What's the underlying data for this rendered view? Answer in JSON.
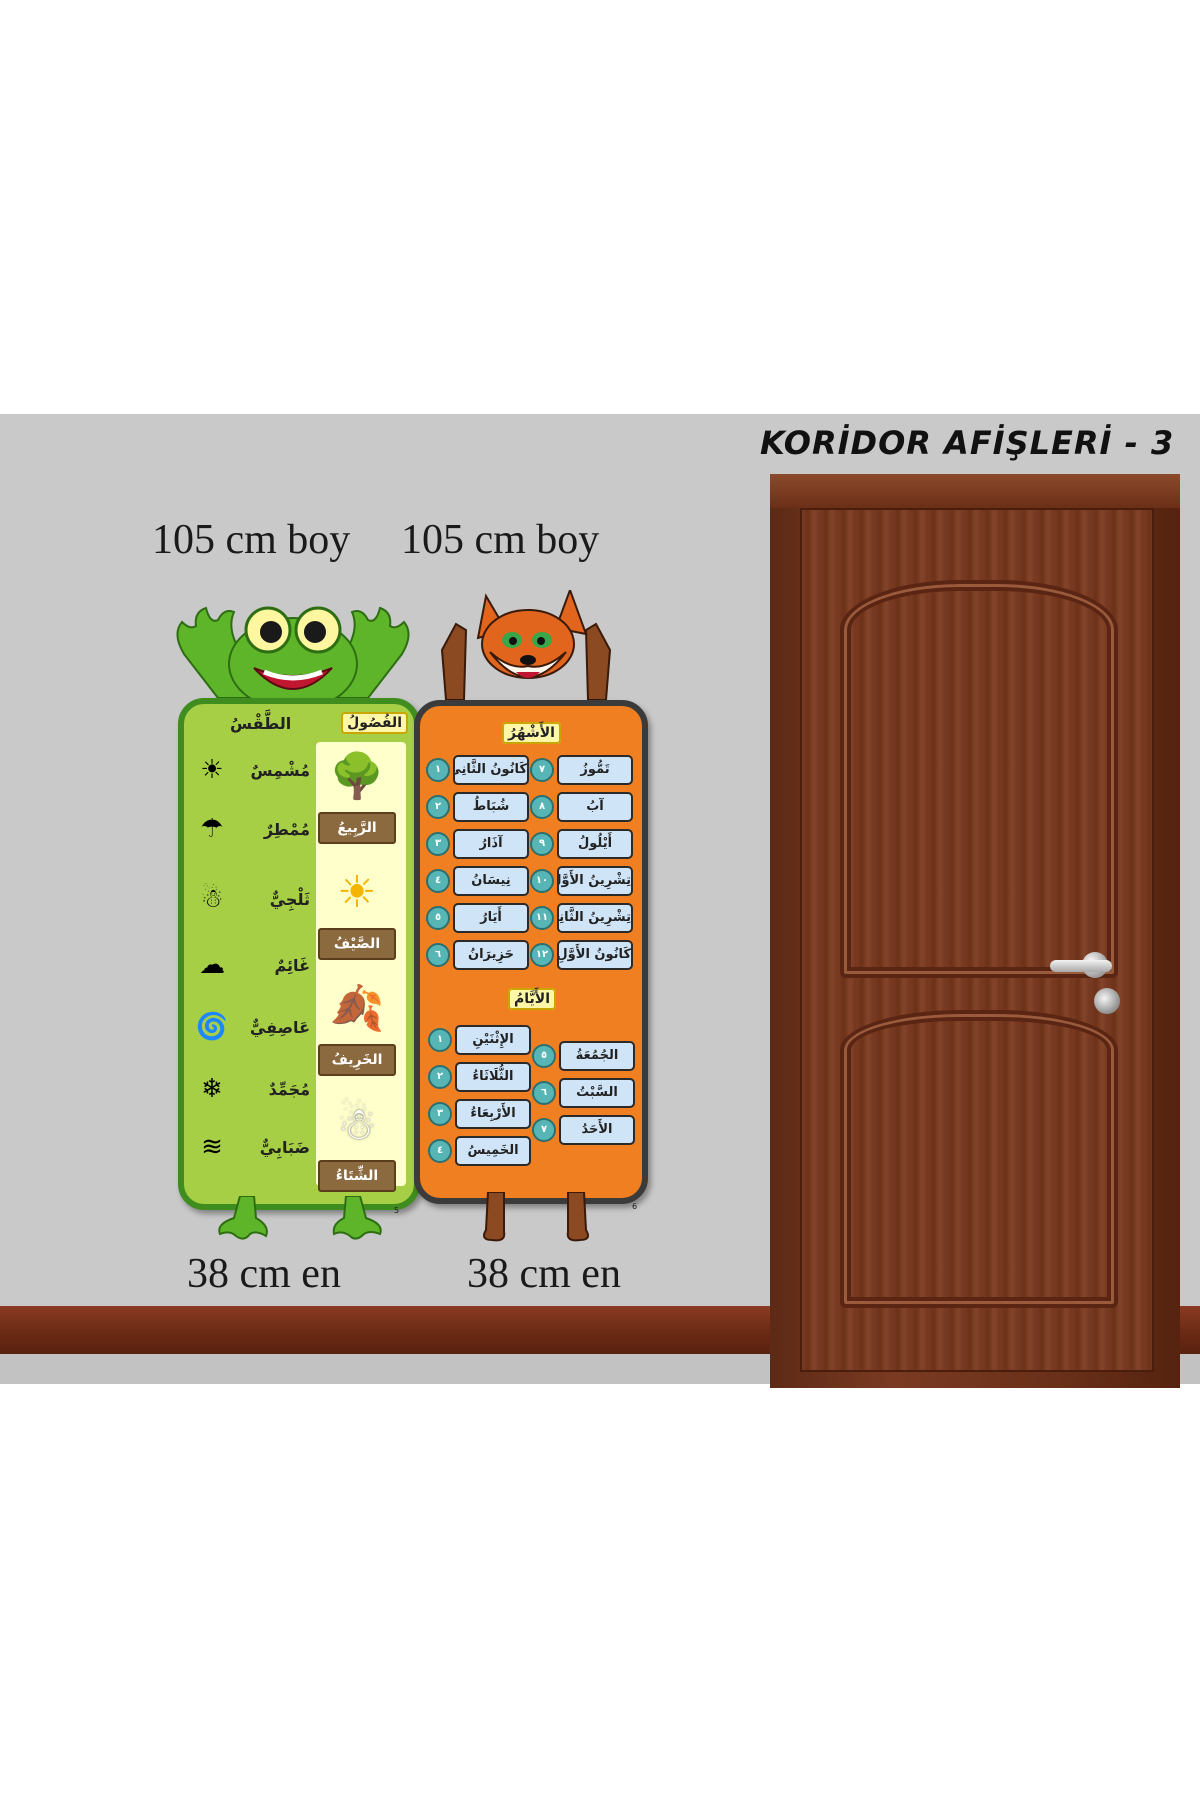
{
  "heading": "KORİDOR AFİŞLERİ  - 3",
  "frog_poster": {
    "height_label": "105 cm boy",
    "width_label": "38 cm en",
    "weather_header": "الطَّقْسُ",
    "seasons_header": "الفُصُولُ",
    "weather": [
      {
        "word": "مُشْمِسٌ",
        "icon": "sun-icon"
      },
      {
        "word": "مُمْطِرٌ",
        "icon": "rain-umbrella-icon"
      },
      {
        "word": "ثَلْجِيٌّ",
        "icon": "snowman-icon"
      },
      {
        "word": "غَائِمٌ",
        "icon": "cloud-icon"
      },
      {
        "word": "عَاصِفِيٌّ",
        "icon": "storm-icon"
      },
      {
        "word": "مُجَمِّدٌ",
        "icon": "snowflake-icon"
      },
      {
        "word": "ضَبَابِيٌّ",
        "icon": "fog-icon"
      }
    ],
    "seasons": [
      {
        "label": "الرَّبِيعُ",
        "icon": "green-tree-icon"
      },
      {
        "label": "الصَّيْفُ",
        "icon": "sun-face-icon"
      },
      {
        "label": "الخَرِيفُ",
        "icon": "autumn-tree-icon"
      },
      {
        "label": "الشِّتَاءُ",
        "icon": "snowman-icon"
      }
    ],
    "page_number": "5"
  },
  "fox_poster": {
    "height_label": "105 cm boy",
    "width_label": "38 cm en",
    "months_header": "الأَشْهُرُ",
    "days_header": "الأَيَّامُ",
    "months_left": [
      {
        "num": "١",
        "name": "كَانُونُ الثَّانِي"
      },
      {
        "num": "٢",
        "name": "شُبَاطُ"
      },
      {
        "num": "٣",
        "name": "آذَارُ"
      },
      {
        "num": "٤",
        "name": "نِيسَانُ"
      },
      {
        "num": "٥",
        "name": "أَيَارُ"
      },
      {
        "num": "٦",
        "name": "حَزِيرَانُ"
      }
    ],
    "months_right": [
      {
        "num": "٧",
        "name": "تَمُّوزُ"
      },
      {
        "num": "٨",
        "name": "آبُ"
      },
      {
        "num": "٩",
        "name": "أَيْلُولُ"
      },
      {
        "num": "١٠",
        "name": "تِشْرِينُ الأَوَّلِ"
      },
      {
        "num": "١١",
        "name": "تِشْرِينُ الثَّانِي"
      },
      {
        "num": "١٢",
        "name": "كَانُونُ الأَوَّلِ"
      }
    ],
    "days_left": [
      {
        "num": "١",
        "name": "الإِثْنَيْنِ"
      },
      {
        "num": "٢",
        "name": "الثُّلَاثَاءُ"
      },
      {
        "num": "٣",
        "name": "الأَرْبِعَاءُ"
      },
      {
        "num": "٤",
        "name": "الخَمِيسُ"
      }
    ],
    "days_right": [
      {
        "num": "٥",
        "name": "الجُمُعَةُ"
      },
      {
        "num": "٦",
        "name": "السَّبْتُ"
      },
      {
        "num": "٧",
        "name": "الأَحَدُ"
      }
    ],
    "page_number": "6"
  },
  "colors": {
    "wall": "#c9c9c9",
    "frog_green": "#a6cf45",
    "fox_orange": "#f07f22",
    "door_wood": "#7a3a22"
  }
}
